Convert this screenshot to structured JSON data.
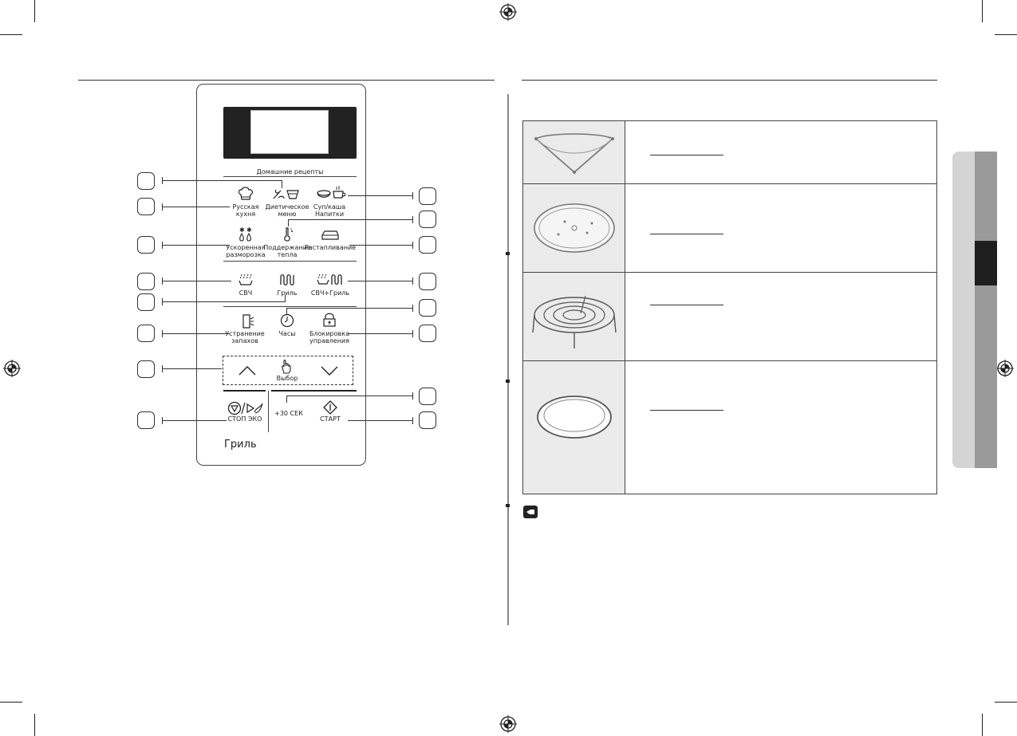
{
  "panel": {
    "recipes_title": "Домашние рецепты",
    "buttons": {
      "russian": "Русская\nкухня",
      "diet": "Диетическое\nменю",
      "soup": "Суп/каша\nНапитки",
      "defrost": "Ускоренная\nразморозка",
      "keepwarm": "Поддержание\nтепла",
      "soften": "Растапливание",
      "mw": "СВЧ",
      "grill": "Гриль",
      "combi": "СВЧ+Гриль",
      "deodor": "Устранение\nзапахов",
      "clock": "Часы",
      "lock": "Блокировка\nуправления",
      "select": "Выбор",
      "stop": "СТОП ЭКО",
      "plus30": "+30 СЕК",
      "start": "СТАРТ"
    },
    "model_mark": "Гриль"
  },
  "icons": [
    "chef-hat-icon",
    "diet-vegetables-icon",
    "soup-cup-icon",
    "defrost-drops-icon",
    "thermometer-icon",
    "butter-icon",
    "microwave-waves-icon",
    "grill-heater-icon",
    "combi-icon",
    "deodorize-icon",
    "clock-icon",
    "lock-icon",
    "up-arrow-icon",
    "hand-select-icon",
    "down-arrow-icon",
    "stop-icon",
    "eco-icon",
    "start-icon",
    "note-hand-icon"
  ],
  "colors": {
    "tab_dark": "#1e1e1e",
    "tab_mid": "#9a9a9a",
    "tab_light": "#d4d4d4",
    "table_img_bg": "#ebebeb"
  }
}
